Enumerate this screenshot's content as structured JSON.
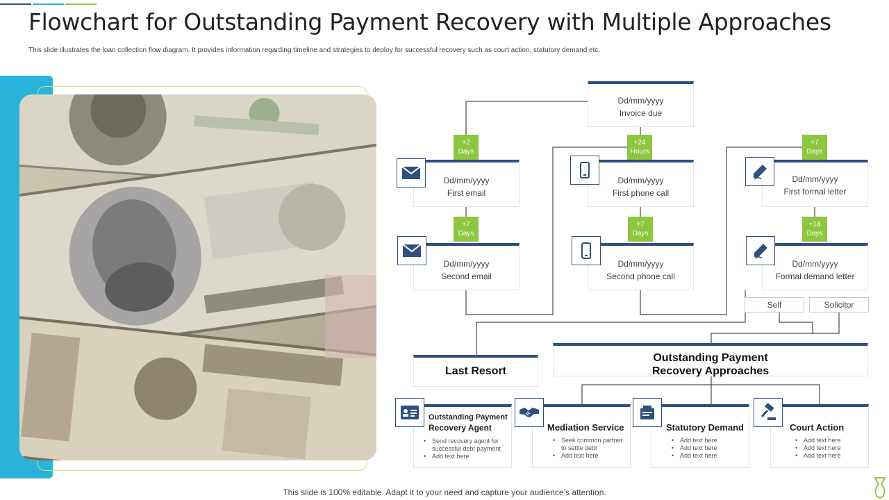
{
  "title": "Flowchart for Outstanding Payment Recovery with Multiple Approaches",
  "subtitle": "This slide illustrates the loan  collection flow diagram. It provides information regarding timeline  and strategies to deploy  for successful recovery such as court action, statutory demand etc.",
  "footer": "This slide is 100% editable. Adapt it to your need and capture your audience’s attention.",
  "colors": {
    "accent_blue": "#2f4f7f",
    "badge_green": "#8dc63f",
    "side_bar_cyan": "#2ab3da"
  },
  "invoice": {
    "date": "Dd/mm/yyyy",
    "label": "Invoice due"
  },
  "steps": [
    {
      "badge_value": "+2",
      "badge_unit": "Days",
      "date": "Dd/mm/yyyy",
      "label": "First email",
      "icon": "envelope-icon"
    },
    {
      "badge_value": "+7",
      "badge_unit": "Days",
      "date": "Dd/mm/yyyy",
      "label": "Second email",
      "icon": "envelope-icon"
    },
    {
      "badge_value": "+24",
      "badge_unit": "Hours",
      "date": "Dd/mm/yyyy",
      "label": "First phone call",
      "icon": "phone-icon"
    },
    {
      "badge_value": "+7",
      "badge_unit": "Days",
      "date": "Dd/mm/yyyy",
      "label": "Second phone call",
      "icon": "phone-icon"
    },
    {
      "badge_value": "+7",
      "badge_unit": "Days",
      "date": "Dd/mm/yyyy",
      "label": "First formal letter",
      "icon": "pen-writing-icon"
    },
    {
      "badge_value": "+14",
      "badge_unit": "Days",
      "date": "Dd/mm/yyyy",
      "label": "Formal demand letter",
      "icon": "pen-writing-icon"
    }
  ],
  "tags": {
    "self": "Self",
    "solicitor": "Solicitor"
  },
  "last_resort": "Last Resort",
  "approaches": {
    "line1": "Outstanding Payment",
    "line2": "Recovery Approaches"
  },
  "cards": [
    {
      "title_line1": "Outstanding Payment",
      "title_line2": "Recovery Agent",
      "icon": "id-card-icon",
      "bullets": [
        "Send recovery agent for successful debt payment",
        "Add text here"
      ]
    },
    {
      "title": "Mediation Service",
      "icon": "handshake-icon",
      "bullets": [
        "Seek common partner to settle debt",
        "Add text here"
      ]
    },
    {
      "title": "Statutory Demand",
      "icon": "document-stamp-icon",
      "bullets": [
        "Add text here",
        "Add text here",
        "Add text here"
      ]
    },
    {
      "title": "Court Action",
      "icon": "gavel-icon",
      "bullets": [
        "Add text here",
        "Add text here",
        "Add text here"
      ]
    }
  ]
}
